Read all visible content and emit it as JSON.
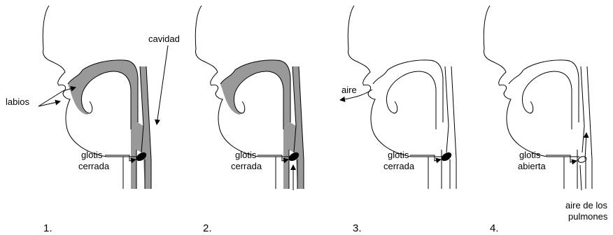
{
  "panels": [
    {
      "number": "1.",
      "cavity_shaded": true,
      "glottis_state": "closed",
      "arrow_up": false
    },
    {
      "number": "2.",
      "cavity_shaded": true,
      "glottis_state": "closed",
      "arrow_up": true
    },
    {
      "number": "3.",
      "cavity_shaded": false,
      "glottis_state": "closed",
      "arrow_up": false
    },
    {
      "number": "4.",
      "cavity_shaded": false,
      "glottis_state": "open",
      "arrow_up": true
    }
  ],
  "labels": {
    "labios": "labios",
    "cavidad": "cavidad",
    "aire": "aire",
    "p1_glottis_line1": "glotis",
    "p1_glottis_line2": "cerrada",
    "p2_glottis_line1": "glotis",
    "p2_glottis_line2": "cerrada",
    "p3_glottis_line1": "glotis",
    "p3_glottis_line2": "cerrada",
    "p4_glottis_line1": "glotis",
    "p4_glottis_line2": "abierta",
    "lungs_line1": "aire de los",
    "lungs_line2": "pulmones"
  },
  "colors": {
    "cavity_fill": "#999999",
    "stroke": "#000000",
    "glottis_fill": "#000000"
  }
}
